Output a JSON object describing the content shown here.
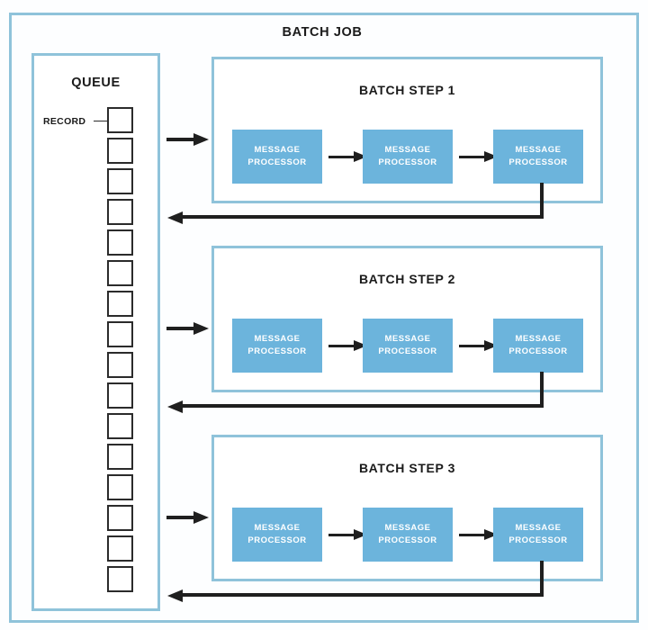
{
  "diagram": {
    "title": "BATCH JOB",
    "queue": {
      "title": "QUEUE",
      "record_label": "RECORD",
      "record_count": 16
    },
    "steps": [
      {
        "title": "BATCH STEP 1",
        "processors": [
          {
            "line1": "MESSAGE",
            "line2": "PROCESSOR"
          },
          {
            "line1": "MESSAGE",
            "line2": "PROCESSOR"
          },
          {
            "line1": "MESSAGE",
            "line2": "PROCESSOR"
          }
        ]
      },
      {
        "title": "BATCH STEP 2",
        "processors": [
          {
            "line1": "MESSAGE",
            "line2": "PROCESSOR"
          },
          {
            "line1": "MESSAGE",
            "line2": "PROCESSOR"
          },
          {
            "line1": "MESSAGE",
            "line2": "PROCESSOR"
          }
        ]
      },
      {
        "title": "BATCH STEP 3",
        "processors": [
          {
            "line1": "MESSAGE",
            "line2": "PROCESSOR"
          },
          {
            "line1": "MESSAGE",
            "line2": "PROCESSOR"
          },
          {
            "line1": "MESSAGE",
            "line2": "PROCESSOR"
          }
        ]
      }
    ],
    "colors": {
      "frame_border": "#8fc3da",
      "processor_fill": "#6cb4dc",
      "arrow": "#1f1f1f",
      "record_border": "#2b2b2b",
      "background": "#fdfeff",
      "text": "#1a1a1a"
    }
  }
}
